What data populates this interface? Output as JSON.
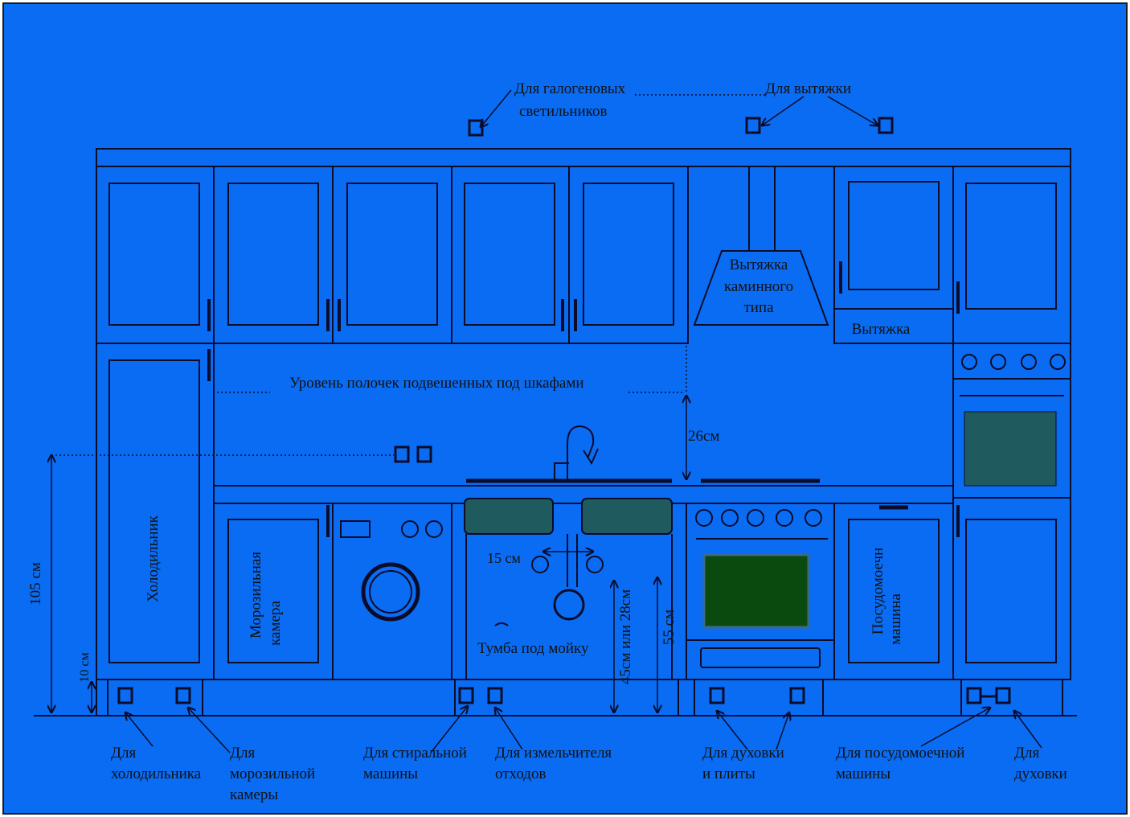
{
  "colors": {
    "background": "#0a6cf2",
    "line": "#0b0b2a",
    "screen_dark": "#1f5a5e",
    "oven_glass": "#0b4a0e",
    "text": "#111111",
    "frame": "#1b1b1b"
  },
  "labels": {
    "halogen": [
      "Для галогеновых",
      "светильников"
    ],
    "hood_outlets": "Для вытяжки",
    "fireplace_hood": [
      "Вытяжка",
      "каминного",
      "типа"
    ],
    "hood": "Вытяжка",
    "shelf_level": "Уровень полочек подвешенных  под шкафами",
    "dim_26": "26см",
    "fridge": "Холодильник",
    "freezer": [
      "Морозильная",
      "камера"
    ],
    "dim_15": "15 см",
    "dim_45_28": "45см или 28см",
    "dim_55": "55 см",
    "sink_cabinet": "Тумба под мойку",
    "dishwasher": [
      "Посудомоечн",
      "машина"
    ],
    "dim_105": "105 см",
    "dim_10": "10 см"
  },
  "outlets_bottom": [
    [
      "Для",
      "холодильника"
    ],
    [
      "Для",
      "морозильной",
      "камеры"
    ],
    [
      "Для стиральной",
      "машины"
    ],
    [
      "Для измельчителя",
      "отходов"
    ],
    [
      "Для духовки",
      "и плиты"
    ],
    [
      "Для посудомоечной",
      "машины"
    ],
    [
      "Для",
      "духовки"
    ]
  ]
}
